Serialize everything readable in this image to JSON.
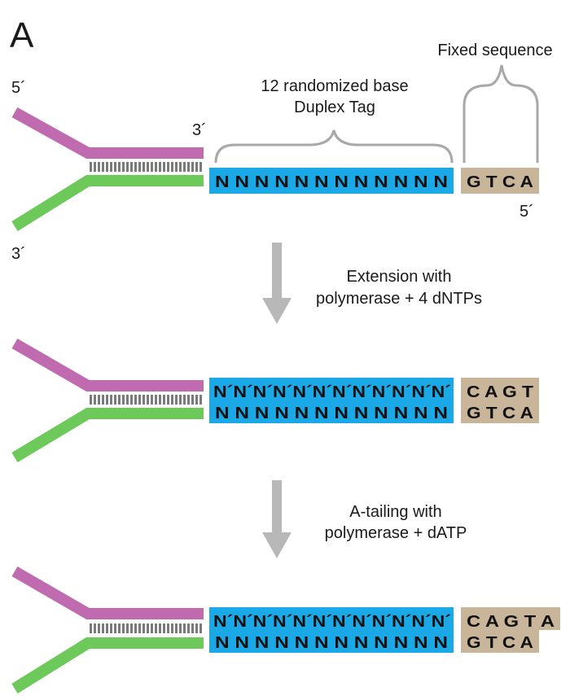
{
  "panel_label": "A",
  "labels": {
    "five_prime": "5´",
    "three_prime": "3´",
    "tag_title_line1": "12 randomized base",
    "tag_title_line2": "Duplex Tag",
    "fixed_title": "Fixed sequence"
  },
  "steps": [
    {
      "line1": "Extension with",
      "line2": "polymerase + 4 dNTPs"
    },
    {
      "line1": "A-tailing with",
      "line2": "polymerase + dATP"
    }
  ],
  "sequences": {
    "random_bottom": "N N N N N N N N N N N N",
    "random_top": "N´N´N´N´N´N´N´N´N´N´N´N´",
    "fixed_bottom": "G T C A",
    "fixed_top_extended": "C A G T",
    "fixed_top_a_tailed": "C A G T A"
  },
  "colors": {
    "top_strand": "#c06ab0",
    "bottom_strand": "#6cc95a",
    "duplex_tag": "#1aa9e6",
    "fixed_sequence": "#c9b59a",
    "arrow": "#b8b8b8",
    "base_pair_ticks": "#7a7a7a",
    "bracket": "#a8a8a8"
  }
}
